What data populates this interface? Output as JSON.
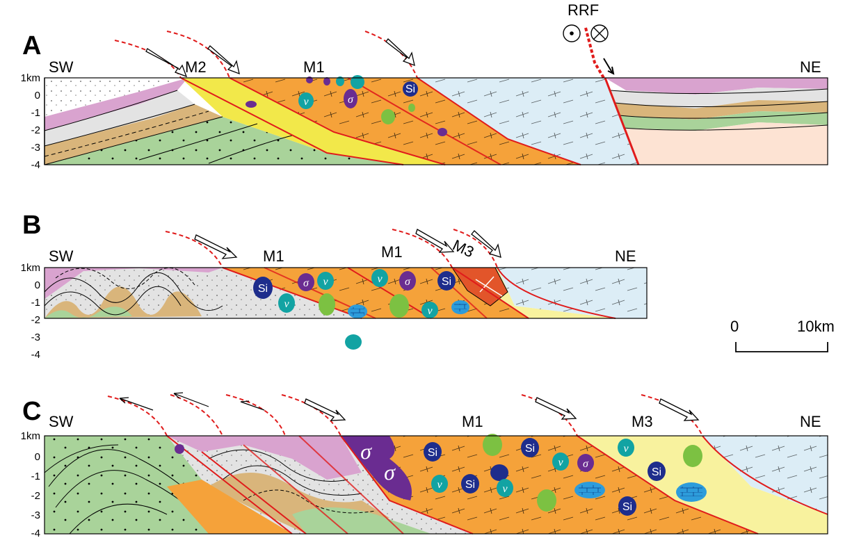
{
  "panels": [
    {
      "letter": "A",
      "left": "SW",
      "right": "NE",
      "fault_labels": [
        "M2",
        "M1"
      ],
      "fault_label_top": "RRF"
    },
    {
      "letter": "B",
      "left": "SW",
      "right": "NE",
      "fault_labels": [
        "M1",
        "M1",
        "M3"
      ]
    },
    {
      "letter": "C",
      "left": "SW",
      "right": "NE",
      "fault_labels": [
        "M1",
        "M3"
      ]
    }
  ],
  "depth_ticks": [
    "1km",
    "0",
    "-1",
    "-2",
    "-3",
    "-4"
  ],
  "scale_bar": {
    "start": "0",
    "end": "10km"
  },
  "symbols": {
    "si": "Si",
    "nu": "ν",
    "sigma": "σ"
  },
  "colors": {
    "orange_melange": "#f5a23a",
    "yellow": "#f2e84a",
    "pale_yellow": "#f8f29e",
    "light_blue": "#dcedf6",
    "green": "#a9d39a",
    "tan": "#d9b57b",
    "grey": "#e3e3e3",
    "pink": "#d9a3cf",
    "peach": "#fde3d3",
    "purple": "#6a2c91",
    "navy": "#1e2d8c",
    "teal": "#12a3a3",
    "lime": "#7cc142",
    "blue_carbonate": "#2d9cdb",
    "red": "#e01b1b"
  }
}
